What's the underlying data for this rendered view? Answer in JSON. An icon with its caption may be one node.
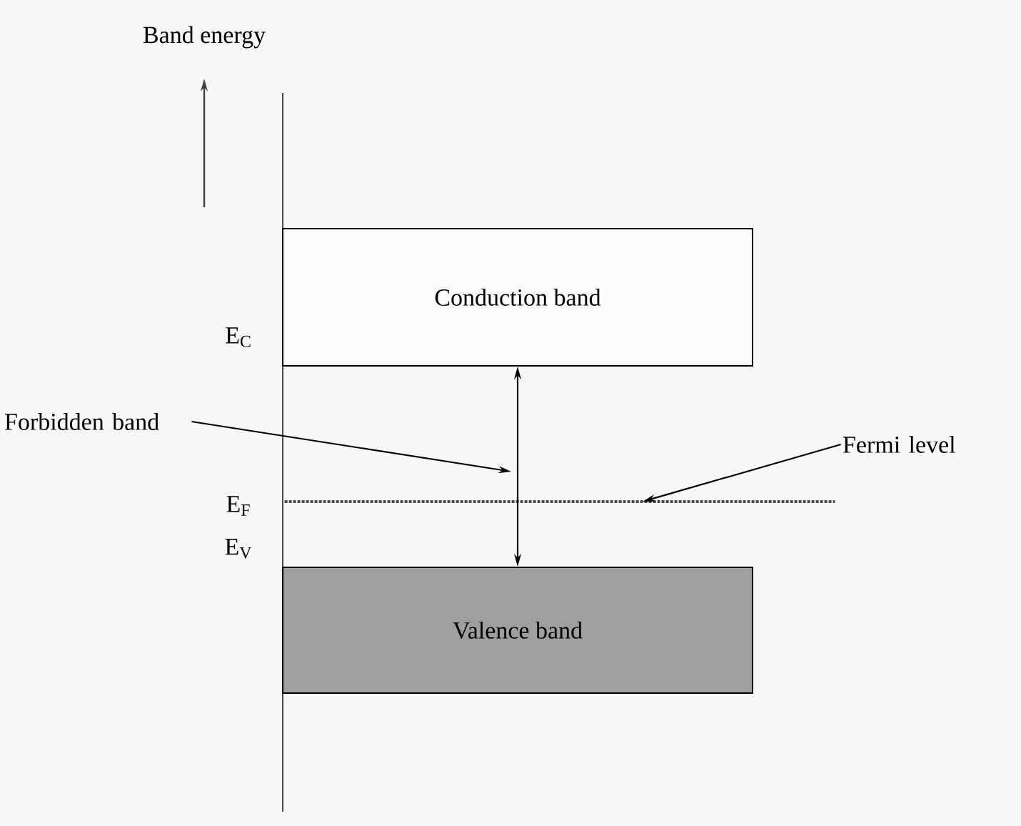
{
  "diagram": {
    "nodes": [
      {
        "text": [
          "Conduction band"
        ]
      },
      {
        "text": [
          "Valence band"
        ]
      },
      {
        "text": [
          "Forbidden band"
        ]
      },
      {
        "text": [
          "Fermi level"
        ]
      },
      {
        "text": [],
        "shape": "line"
      }
    ],
    "edges": [
      {
        "from": 0,
        "to": 1,
        "arrow": "both"
      },
      {
        "from": 2,
        "to": null,
        "arrow": "to"
      },
      {
        "from": 3,
        "to": 4,
        "arrow": "to"
      }
    ],
    "labels": [
      "Band energy",
      "E$_{C}$",
      "E$_{F}$",
      "E$_{V}$"
    ]
  }
}
